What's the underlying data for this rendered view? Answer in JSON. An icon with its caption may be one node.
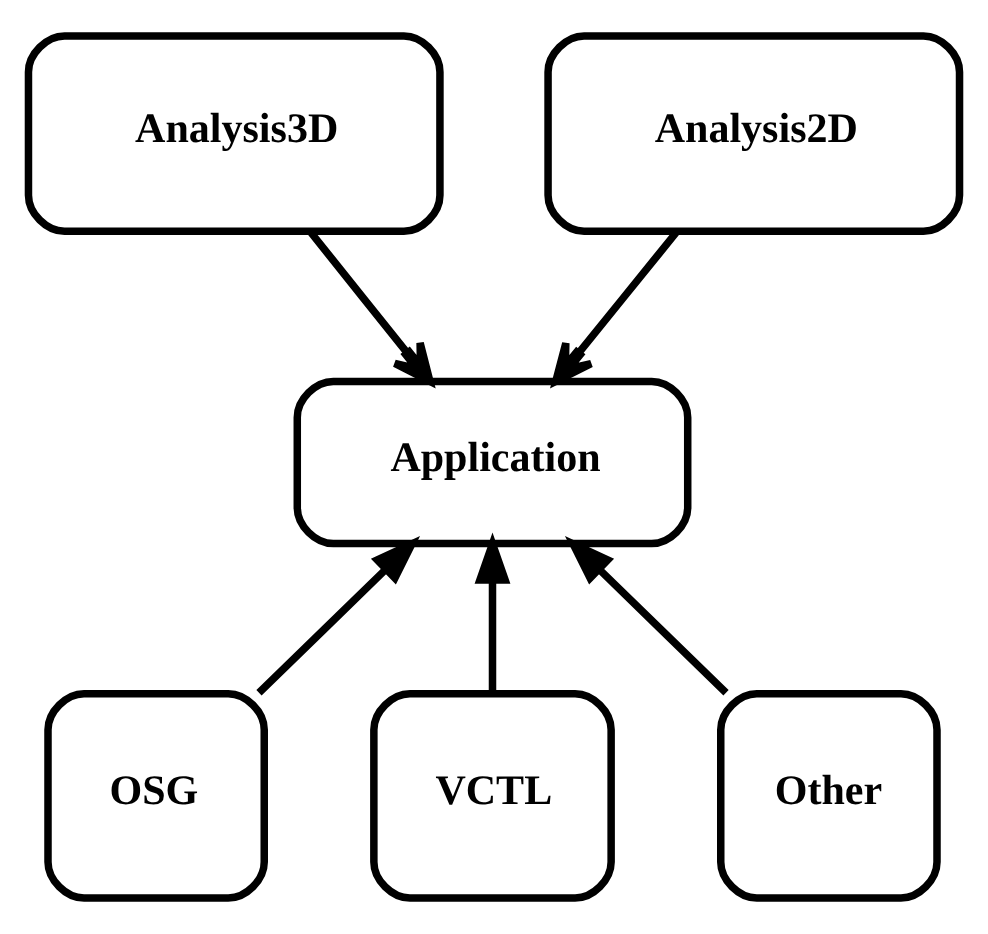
{
  "diagram": {
    "nodes": [
      {
        "text": [
          "Analysis3D"
        ]
      },
      {
        "text": [
          "Analysis2D"
        ]
      },
      {
        "text": [
          "Application"
        ]
      },
      {
        "text": [
          "OSG"
        ]
      },
      {
        "text": [
          "VCTL"
        ]
      },
      {
        "text": [
          "Other"
        ]
      }
    ],
    "edges": [
      {
        "from": 0,
        "to": 2,
        "arrow": "to"
      },
      {
        "from": 1,
        "to": 2,
        "arrow": "to"
      },
      {
        "from": 3,
        "to": 2,
        "arrow": "to"
      },
      {
        "from": 4,
        "to": 2,
        "arrow": "to"
      },
      {
        "from": 5,
        "to": 2,
        "arrow": "to"
      }
    ]
  }
}
